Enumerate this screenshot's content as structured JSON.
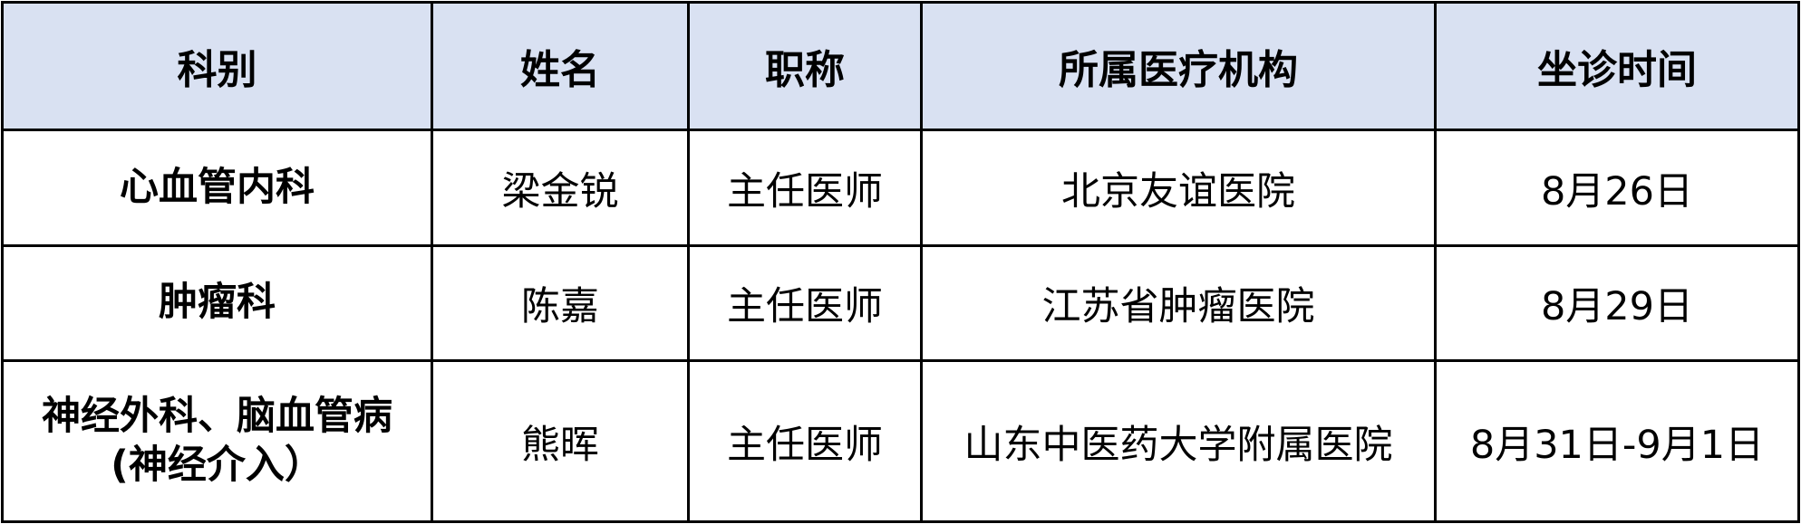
{
  "table": {
    "header_bg": "#D9E1F2",
    "border_color": "#000000",
    "headers": [
      "科别",
      "姓名",
      "职称",
      "所属医疗机构",
      "坐诊时间"
    ],
    "rows": [
      {
        "department": [
          "心血管内科"
        ],
        "name": "梁金锐",
        "title": "主任医师",
        "institution": "北京友谊医院",
        "schedule": "8月26日"
      },
      {
        "department": [
          "肿瘤科"
        ],
        "name": "陈嘉",
        "title": "主任医师",
        "institution": "江苏省肿瘤医院",
        "schedule": "8月29日"
      },
      {
        "department": [
          "神经外科、脑血管病",
          "(神经介入）"
        ],
        "name": "熊晖",
        "title": "主任医师",
        "institution": "山东中医药大学附属医院",
        "schedule": "8月31日-9月1日"
      }
    ]
  }
}
